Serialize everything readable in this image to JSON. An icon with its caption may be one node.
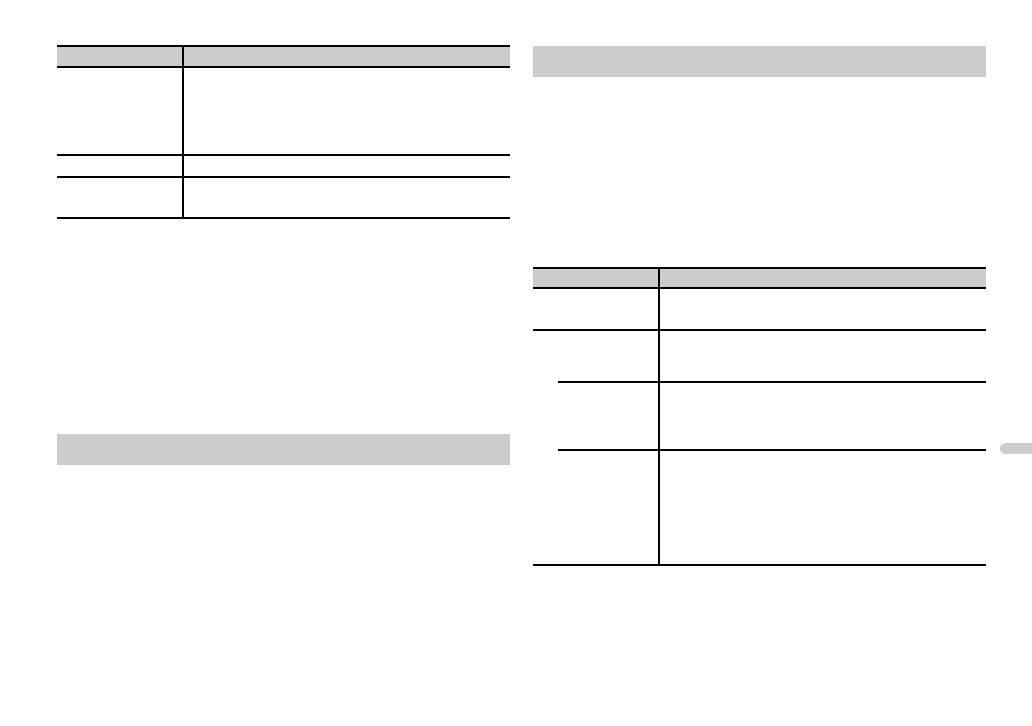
{
  "diagram": {
    "nodes": [
      {
        "text": [],
        "shape": "bar"
      },
      {
        "text": [],
        "shape": "bar"
      },
      {
        "text": [],
        "shape": "bar"
      }
    ]
  }
}
